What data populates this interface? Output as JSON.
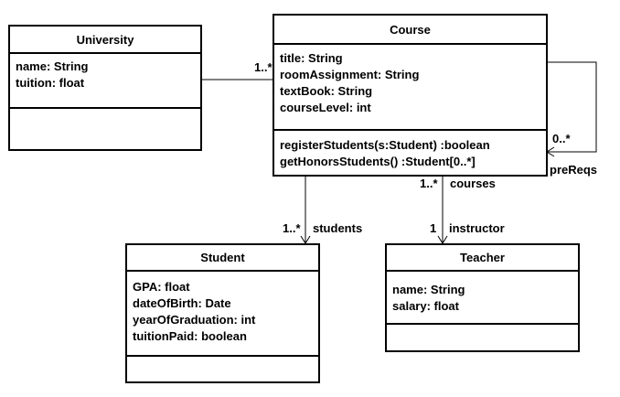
{
  "classes": {
    "university": {
      "name": "University",
      "attributes": [
        "name: String",
        "tuition: float"
      ],
      "methods": []
    },
    "course": {
      "name": "Course",
      "attributes": [
        "title: String",
        "roomAssignment: String",
        "textBook: String",
        "courseLevel: int"
      ],
      "methods": [
        "registerStudents(s:Student) :boolean",
        "getHonorsStudents() :Student[0..*]"
      ]
    },
    "student": {
      "name": "Student",
      "attributes": [
        "GPA: float",
        "dateOfBirth: Date",
        "yearOfGraduation: int",
        "tuitionPaid: boolean"
      ],
      "methods": []
    },
    "teacher": {
      "name": "Teacher",
      "attributes": [
        "name: String",
        "salary: float"
      ],
      "methods": []
    }
  },
  "associations": {
    "university_course": {
      "course_multiplicity": "1..*"
    },
    "course_self": {
      "multiplicity": "0..*",
      "role": "preReqs"
    },
    "course_student": {
      "multiplicity": "1..*",
      "role": "students"
    },
    "course_teacher": {
      "course_multiplicity": "1..*",
      "course_role": "courses",
      "teacher_multiplicity": "1",
      "teacher_role": "instructor"
    }
  }
}
